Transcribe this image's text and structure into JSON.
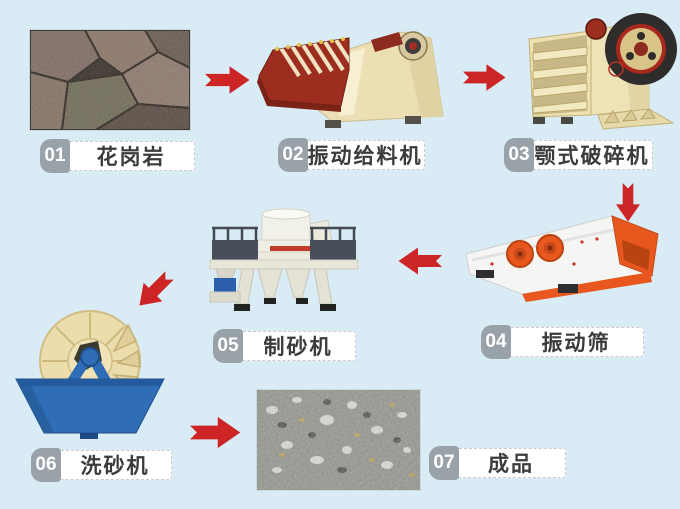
{
  "colors": {
    "background": "#d9ebf5",
    "arrow": "#cd2526",
    "badge": "#99a1a9",
    "label_text": "#3b3b3b",
    "label_border": "#c9c9c9",
    "label_background": "#ffffff"
  },
  "steps": [
    {
      "number": "01",
      "label": "花岗岩",
      "illustration": "granite-rocks-photo"
    },
    {
      "number": "02",
      "label": "振动给料机",
      "illustration": "vibrating-feeder"
    },
    {
      "number": "03",
      "label": "颚式破碎机",
      "illustration": "jaw-crusher"
    },
    {
      "number": "04",
      "label": "振动筛",
      "illustration": "vibrating-screen"
    },
    {
      "number": "05",
      "label": "制砂机",
      "illustration": "sand-making-machine"
    },
    {
      "number": "06",
      "label": "洗砂机",
      "illustration": "sand-washer"
    },
    {
      "number": "07",
      "label": "成品",
      "illustration": "finished-sand-photo"
    }
  ],
  "flow": [
    {
      "from": "01",
      "to": "02",
      "direction": "right"
    },
    {
      "from": "02",
      "to": "03",
      "direction": "right"
    },
    {
      "from": "03",
      "to": "04",
      "direction": "down"
    },
    {
      "from": "04",
      "to": "05",
      "direction": "left"
    },
    {
      "from": "05",
      "to": "06",
      "direction": "down-left"
    },
    {
      "from": "06",
      "to": "07",
      "direction": "right"
    }
  ]
}
